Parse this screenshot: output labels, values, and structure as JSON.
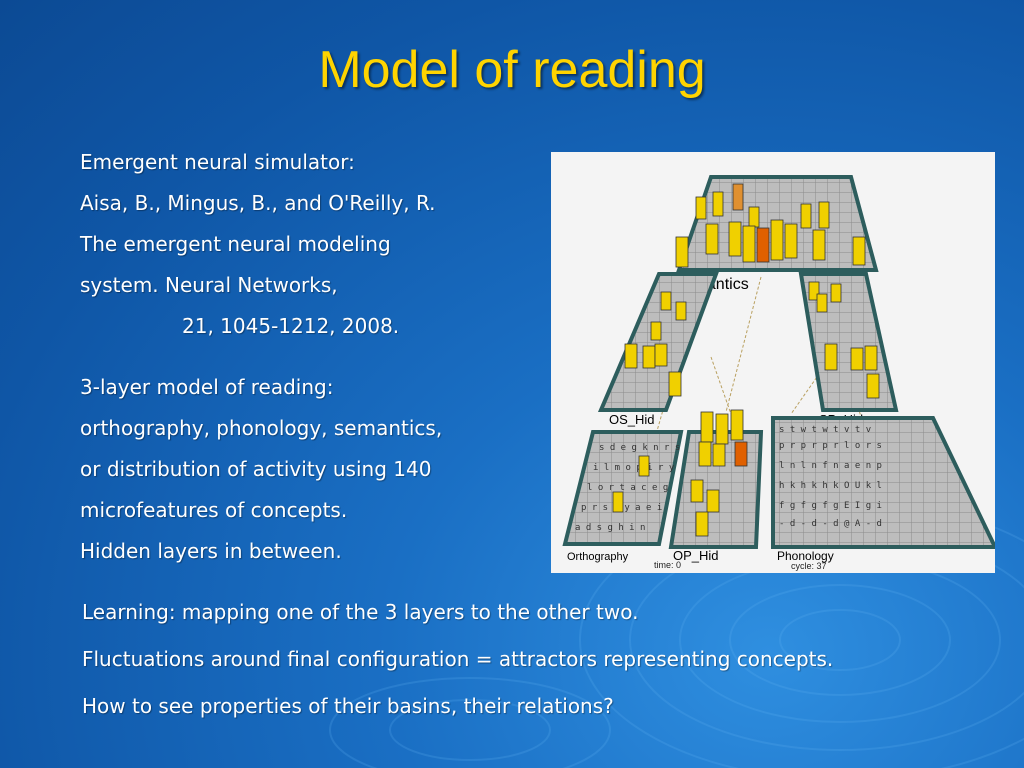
{
  "slide": {
    "title": "Model of reading",
    "reference": [
      "Emergent neural simulator:",
      "Aisa, B., Mingus, B., and O'Reilly, R.",
      "The emergent neural modeling",
      "system. Neural Networks,",
      "21, 1045-1212, 2008."
    ],
    "model": [
      "3-layer model of reading:",
      "orthography, phonology, semantics,",
      "or distribution of activity using 140",
      "microfeatures of concepts.",
      "Hidden layers in between."
    ],
    "bullets": [
      "Learning: mapping one of the 3 layers to the other two.",
      "Fluctuations around final configuration = attractors representing concepts.",
      "How to see properties of their basins, their relations?"
    ]
  },
  "figure": {
    "layers": {
      "semantics": "Semantics",
      "os_hid": "OS_Hid",
      "sp_hid": "SP_Hid",
      "op_hid": "OP_Hid",
      "orthography": "Orthography",
      "phonology": "Phonology"
    },
    "time_label": "time: 0",
    "cycle_label": "cycle: 37",
    "colors": {
      "active": "#f0d000",
      "strong": "#e06000",
      "grid": "#9a9a9a",
      "frame": "#2d5d5d"
    }
  }
}
